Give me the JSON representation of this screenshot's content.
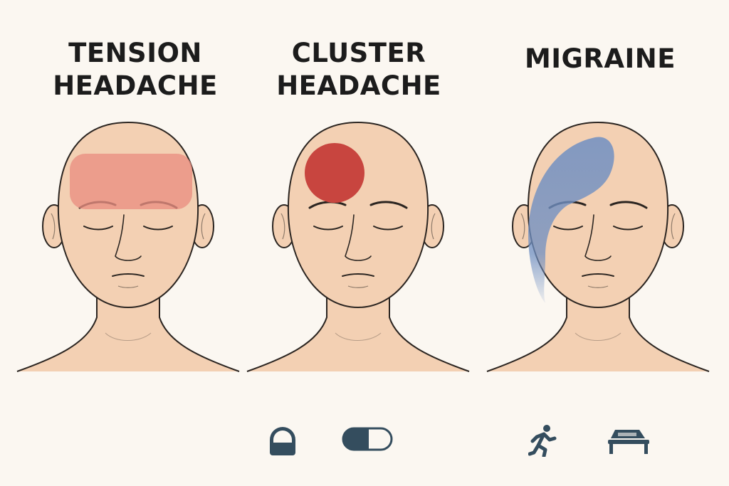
{
  "colors": {
    "background": "#fbf7f1",
    "skin": "#f3d0b3",
    "outline": "#2b2521",
    "tension_area": "#e98e82",
    "cluster_area": "#c8453f",
    "migraine_area": "#6f8fc2",
    "icon": "#344d5e"
  },
  "panels": [
    {
      "id": "tension",
      "title_lines": [
        "TENSION",
        "HEADACHE"
      ],
      "pain_area": "forehead-band"
    },
    {
      "id": "cluster",
      "title_lines": [
        "CLUSTER",
        "HEADACHE"
      ],
      "pain_area": "one-side-around-eye"
    },
    {
      "id": "migraine",
      "title_lines": [
        "MIGRAINE"
      ],
      "pain_area": "one-side-head"
    }
  ],
  "icons": [
    "lamp-icon",
    "capsule-icon",
    "running-person-icon",
    "bed-icon"
  ]
}
